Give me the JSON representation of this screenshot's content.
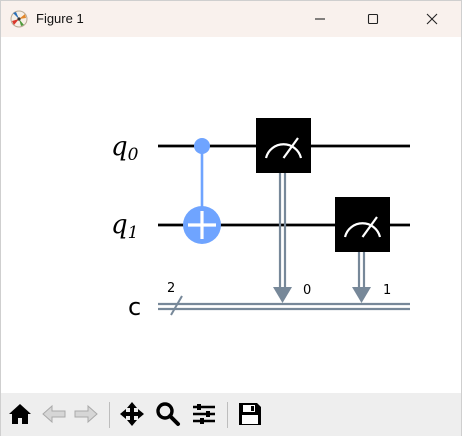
{
  "window": {
    "title": "Figure 1",
    "icon": "matplotlib-icon",
    "controls": [
      "minimize-icon",
      "maximize-icon",
      "close-icon"
    ]
  },
  "circuit": {
    "qubits": [
      {
        "label": "q",
        "index": "0"
      },
      {
        "label": "q",
        "index": "1"
      }
    ],
    "classical_register": {
      "label": "c",
      "width": "2"
    },
    "gates": [
      {
        "type": "cnot",
        "control_qubit": 0,
        "target_qubit": 1
      },
      {
        "type": "measure",
        "qubit": 0,
        "classical_bit": "0"
      },
      {
        "type": "measure",
        "qubit": 1,
        "classical_bit": "1"
      }
    ],
    "colors": {
      "wire": "#000000",
      "classical_wire": "#778899",
      "cnot": "#6fa4ff",
      "measure_box": "#000000",
      "measure_symbol": "#ffffff"
    }
  },
  "toolbar": {
    "buttons": [
      "home-icon",
      "back-icon",
      "forward-icon",
      "pan-icon",
      "zoom-icon",
      "configure-subplots-icon",
      "save-icon"
    ]
  }
}
